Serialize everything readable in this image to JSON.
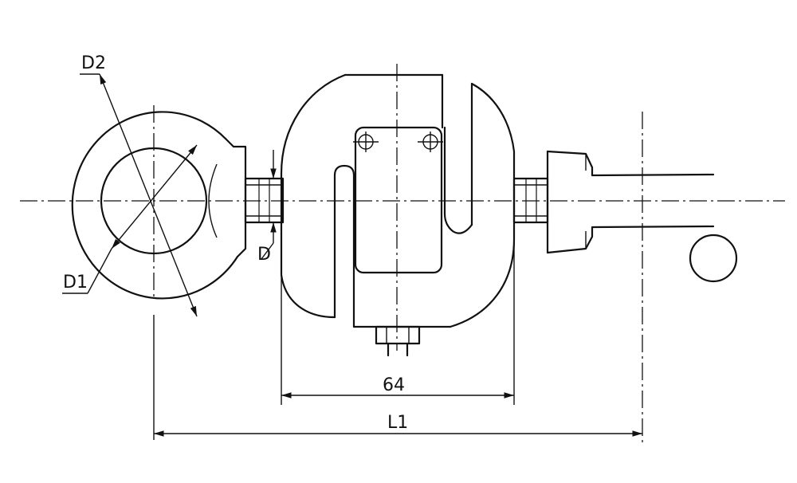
{
  "labels": {
    "d2": "D2",
    "d1": "D1",
    "d": "D",
    "width": "64",
    "l1": "L1"
  }
}
